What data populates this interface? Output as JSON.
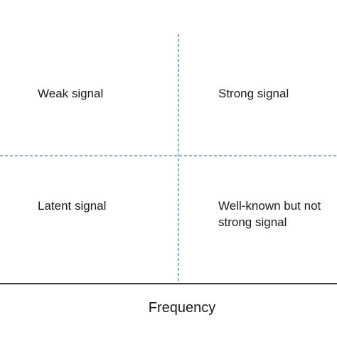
{
  "quadrants": {
    "top_left": "Weak signal",
    "top_right": "Strong signal",
    "bottom_left": "Latent signal",
    "bottom_right": "Well-known but not\nstrong signal"
  },
  "axes": {
    "x_label": "Frequency"
  },
  "colors": {
    "divider": "#4a7fc1",
    "axis": "#000000",
    "text": "#1a1a1a"
  }
}
